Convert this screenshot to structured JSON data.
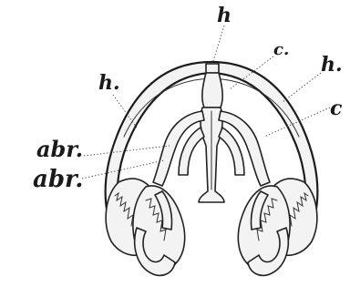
{
  "figure": {
    "labels": {
      "h_top": "h",
      "c_upper": "c.",
      "h_right": "h.",
      "c_right": "c",
      "h_left": "h.",
      "abr_upper": "abr.",
      "abr_lower": "abr."
    }
  }
}
